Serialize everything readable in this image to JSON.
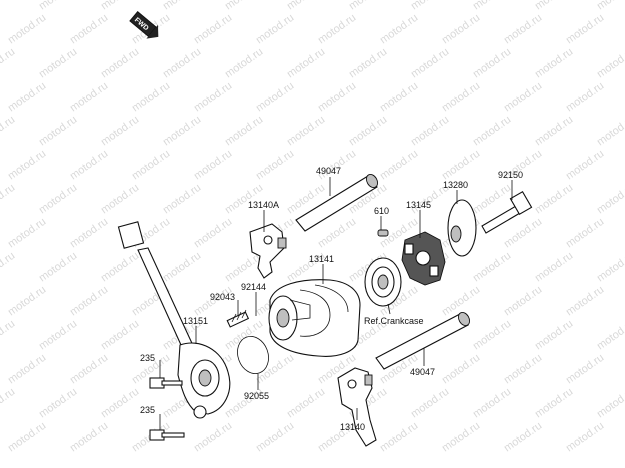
{
  "watermark": "motod.ru",
  "fwd_label": "FWD",
  "parts": [
    {
      "id": "49047-top",
      "number": "49047"
    },
    {
      "id": "13140A",
      "number": "13140A"
    },
    {
      "id": "610",
      "number": "610"
    },
    {
      "id": "13145",
      "number": "13145"
    },
    {
      "id": "13280",
      "number": "13280"
    },
    {
      "id": "92150",
      "number": "92150"
    },
    {
      "id": "92144",
      "number": "92144"
    },
    {
      "id": "92043",
      "number": "92043"
    },
    {
      "id": "13141",
      "number": "13141"
    },
    {
      "id": "13151",
      "number": "13151"
    },
    {
      "id": "ref-crankcase",
      "number": "Ref.Crankcase"
    },
    {
      "id": "235-a",
      "number": "235"
    },
    {
      "id": "235-b",
      "number": "235"
    },
    {
      "id": "92055",
      "number": "92055"
    },
    {
      "id": "49047-bottom",
      "number": "49047"
    },
    {
      "id": "13140",
      "number": "13140"
    }
  ]
}
